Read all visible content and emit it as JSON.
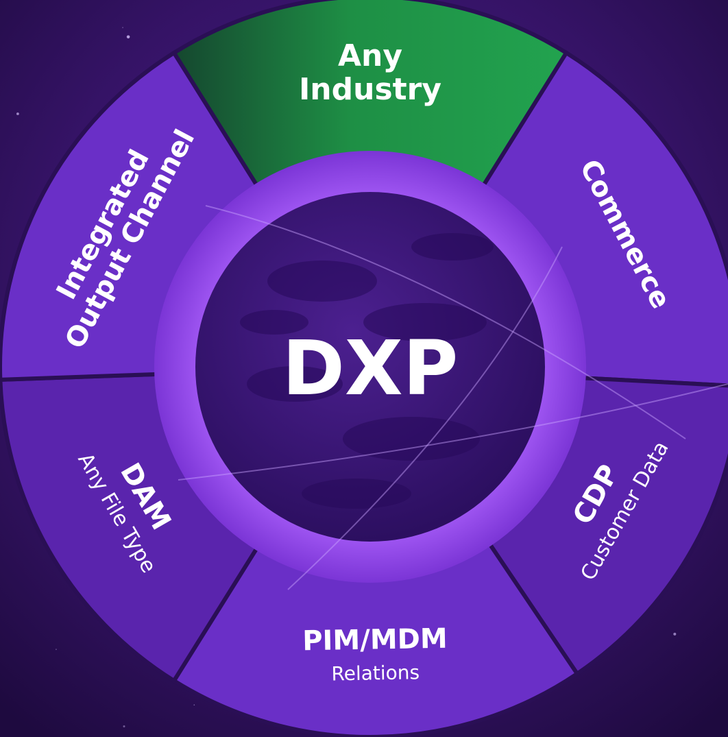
{
  "center": {
    "label": "DXP"
  },
  "segments": [
    {
      "id": "any-industry",
      "title_lines": [
        "Any",
        "Industry"
      ],
      "subtitle": "",
      "color": "#1f9a4a",
      "highlight": true
    },
    {
      "id": "commerce",
      "title_lines": [
        "Commerce"
      ],
      "subtitle": "",
      "color": "#6a2fc7",
      "highlight": false
    },
    {
      "id": "cdp",
      "title_lines": [
        "CDP"
      ],
      "subtitle": "Customer Data",
      "color": "#6a2fc7",
      "highlight": false
    },
    {
      "id": "pim-mdm",
      "title_lines": [
        "PIM/MDM"
      ],
      "subtitle": "Relations",
      "color": "#6a2fc7",
      "highlight": false
    },
    {
      "id": "dam",
      "title_lines": [
        "DAM"
      ],
      "subtitle": "Any File Type",
      "color": "#6a2fc7",
      "highlight": false
    },
    {
      "id": "integrated-output-channel",
      "title_lines": [
        "Integrated",
        "Output Channel"
      ],
      "subtitle": "",
      "color": "#6a2fc7",
      "highlight": false
    }
  ],
  "colors": {
    "background_top": "#3a1672",
    "background_bottom": "#1e0a3f",
    "ring_inner": "#8f45e8",
    "planet": "#3b1777",
    "highlight_green": "#1f9a4a"
  }
}
